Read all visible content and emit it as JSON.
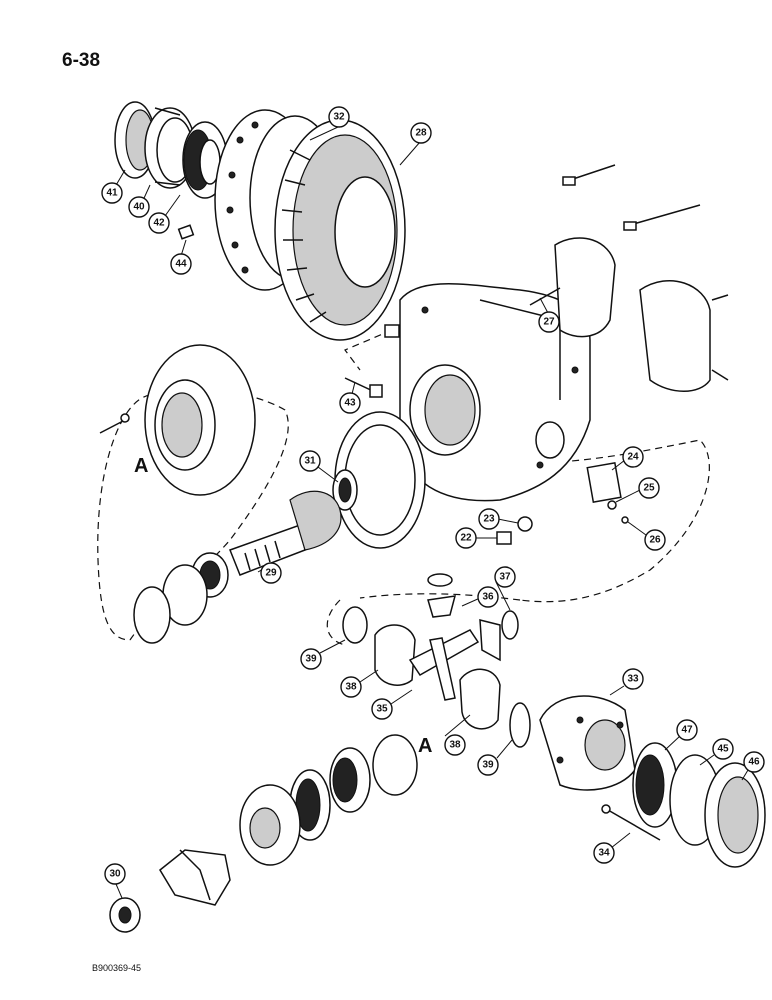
{
  "page": {
    "number": "6-38",
    "figure_code": "B900369-45"
  },
  "reference_letters": [
    "A",
    "A"
  ],
  "callouts": [
    "41",
    "40",
    "42",
    "32",
    "28",
    "44",
    "27",
    "43",
    "31",
    "24",
    "25",
    "23",
    "26",
    "22",
    "29",
    "37",
    "36",
    "39",
    "38",
    "35",
    "33",
    "47",
    "45",
    "46",
    "34",
    "30"
  ]
}
